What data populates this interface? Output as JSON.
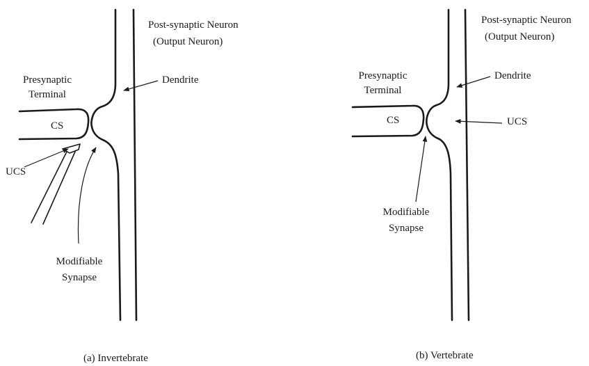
{
  "panel_a": {
    "postsynaptic_line1": "Post-synaptic Neuron",
    "postsynaptic_line2": "(Output Neuron)",
    "presynaptic_line1": "Presynaptic",
    "presynaptic_line2": "Terminal",
    "dendrite": "Dendrite",
    "cs": "CS",
    "ucs": "UCS",
    "synapse_line1": "Modifiable",
    "synapse_line2": "Synapse",
    "caption": "(a) Invertebrate"
  },
  "panel_b": {
    "postsynaptic_line1": "Post-synaptic Neuron",
    "postsynaptic_line2": "(Output Neuron)",
    "presynaptic_line1": "Presynaptic",
    "presynaptic_line2": "Terminal",
    "dendrite": "Dendrite",
    "cs": "CS",
    "ucs": "UCS",
    "synapse_line1": "Modifiable",
    "synapse_line2": "Synapse",
    "caption": "(b) Vertebrate"
  }
}
